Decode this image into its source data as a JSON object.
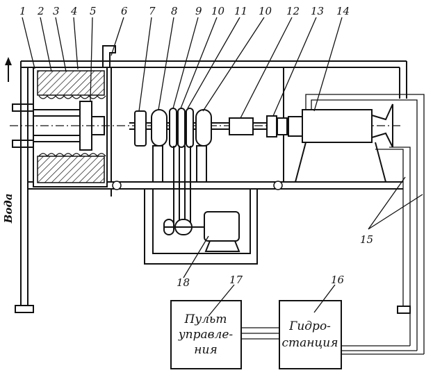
{
  "labels": [
    "1",
    "2",
    "3",
    "4",
    "5",
    "6",
    "7",
    "8",
    "9",
    "10",
    "11",
    "10",
    "12",
    "13",
    "14",
    "15",
    "16",
    "17",
    "18"
  ],
  "side_label": "Вода",
  "blocks": {
    "control_panel": [
      "Пульт",
      "управле-",
      "ния"
    ],
    "hydro_station": [
      "Гидро-",
      "станция"
    ]
  }
}
